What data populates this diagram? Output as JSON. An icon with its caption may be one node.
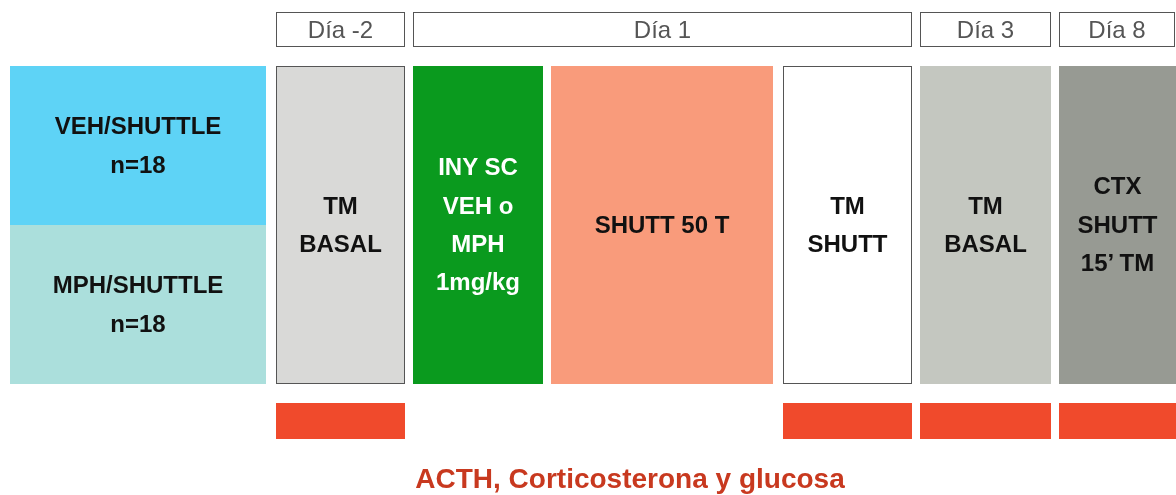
{
  "diagram": {
    "nodes": [
      {
        "text": [
          "Día -2"
        ]
      },
      {
        "text": [
          "Día 1"
        ]
      },
      {
        "text": [
          "Día 3"
        ]
      },
      {
        "text": [
          "Día 8"
        ]
      },
      {
        "text": [
          "VEH/SHUTTLE n=18"
        ]
      },
      {
        "text": [
          "MPH/SHUTTLE n=18"
        ]
      },
      {
        "text": [
          "TM BASAL"
        ]
      },
      {
        "text": [
          "INY SC VEH o MPH 1mg/kg"
        ]
      },
      {
        "text": [
          "SHUTT 50 T"
        ]
      },
      {
        "text": [
          "TM SHUTT"
        ]
      },
      {
        "text": [
          "TM BASAL"
        ]
      },
      {
        "text": [
          "CTX SHUTT 15’ TM"
        ]
      },
      {
        "text": [],
        "shape": "bar"
      },
      {
        "text": [],
        "shape": "bar"
      },
      {
        "text": [],
        "shape": "bar"
      },
      {
        "text": [],
        "shape": "bar"
      }
    ],
    "labels": [
      "ACTH, Corticosterona y glucosa"
    ]
  }
}
